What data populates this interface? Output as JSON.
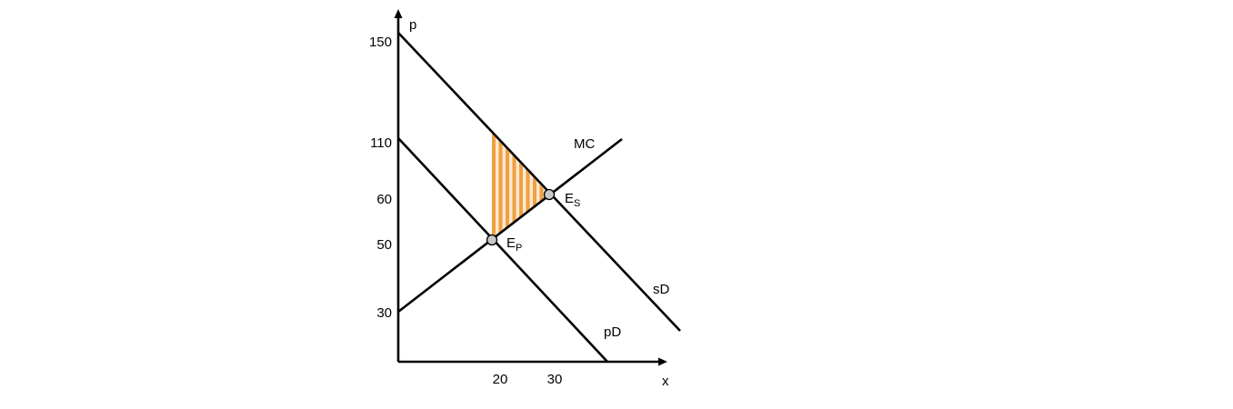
{
  "axes": {
    "y_label": "p",
    "x_label": "x",
    "y_ticks": [
      "150",
      "110",
      "60",
      "50",
      "30"
    ],
    "x_ticks": [
      "20",
      "30"
    ]
  },
  "curves": {
    "mc_label": "MC",
    "sd_label": "sD",
    "pd_label": "pD"
  },
  "points": {
    "es_main": "E",
    "es_sub": "S",
    "ep_main": "E",
    "ep_sub": "P"
  },
  "colors": {
    "line": "#000000",
    "point_fill": "#c8c8c8",
    "hatch": "#f0a040",
    "hatch_light": "#f8d0a0"
  }
}
